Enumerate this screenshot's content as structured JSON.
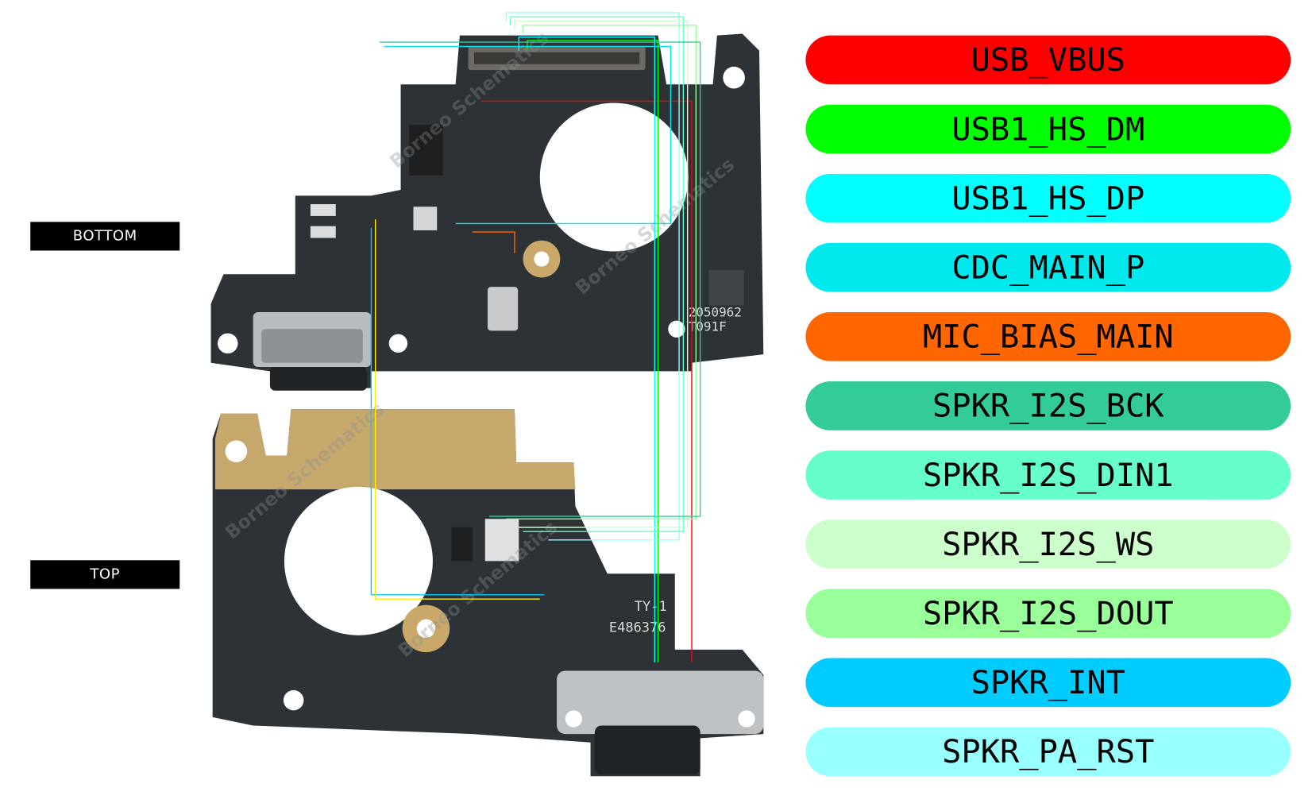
{
  "side_labels": {
    "bottom": "BOTTOM",
    "top": "TOP"
  },
  "signals": [
    {
      "name": "USB_VBUS",
      "color": "#ff0000"
    },
    {
      "name": "USB1_HS_DM",
      "color": "#00ff00"
    },
    {
      "name": "USB1_HS_DP",
      "color": "#00ffff"
    },
    {
      "name": "CDC_MAIN_P",
      "color": "#00eaee"
    },
    {
      "name": "MIC_BIAS_MAIN",
      "color": "#ff6600"
    },
    {
      "name": "SPKR_I2S_BCK",
      "color": "#33cc99"
    },
    {
      "name": "SPKR_I2S_DIN1",
      "color": "#66ffcc"
    },
    {
      "name": "SPKR_I2S_WS",
      "color": "#ccffcc"
    },
    {
      "name": "SPKR_I2S_DOUT",
      "color": "#99ff99"
    },
    {
      "name": "SPKR_INT",
      "color": "#00ccff"
    },
    {
      "name": "SPKR_PA_RST",
      "color": "#99ffff"
    }
  ],
  "board": {
    "silkscreen_top": [
      "TY-1",
      "E486376"
    ],
    "silkscreen_bottom": [
      "2050962",
      "T091F"
    ],
    "watermark": "Borneo Schematics"
  }
}
